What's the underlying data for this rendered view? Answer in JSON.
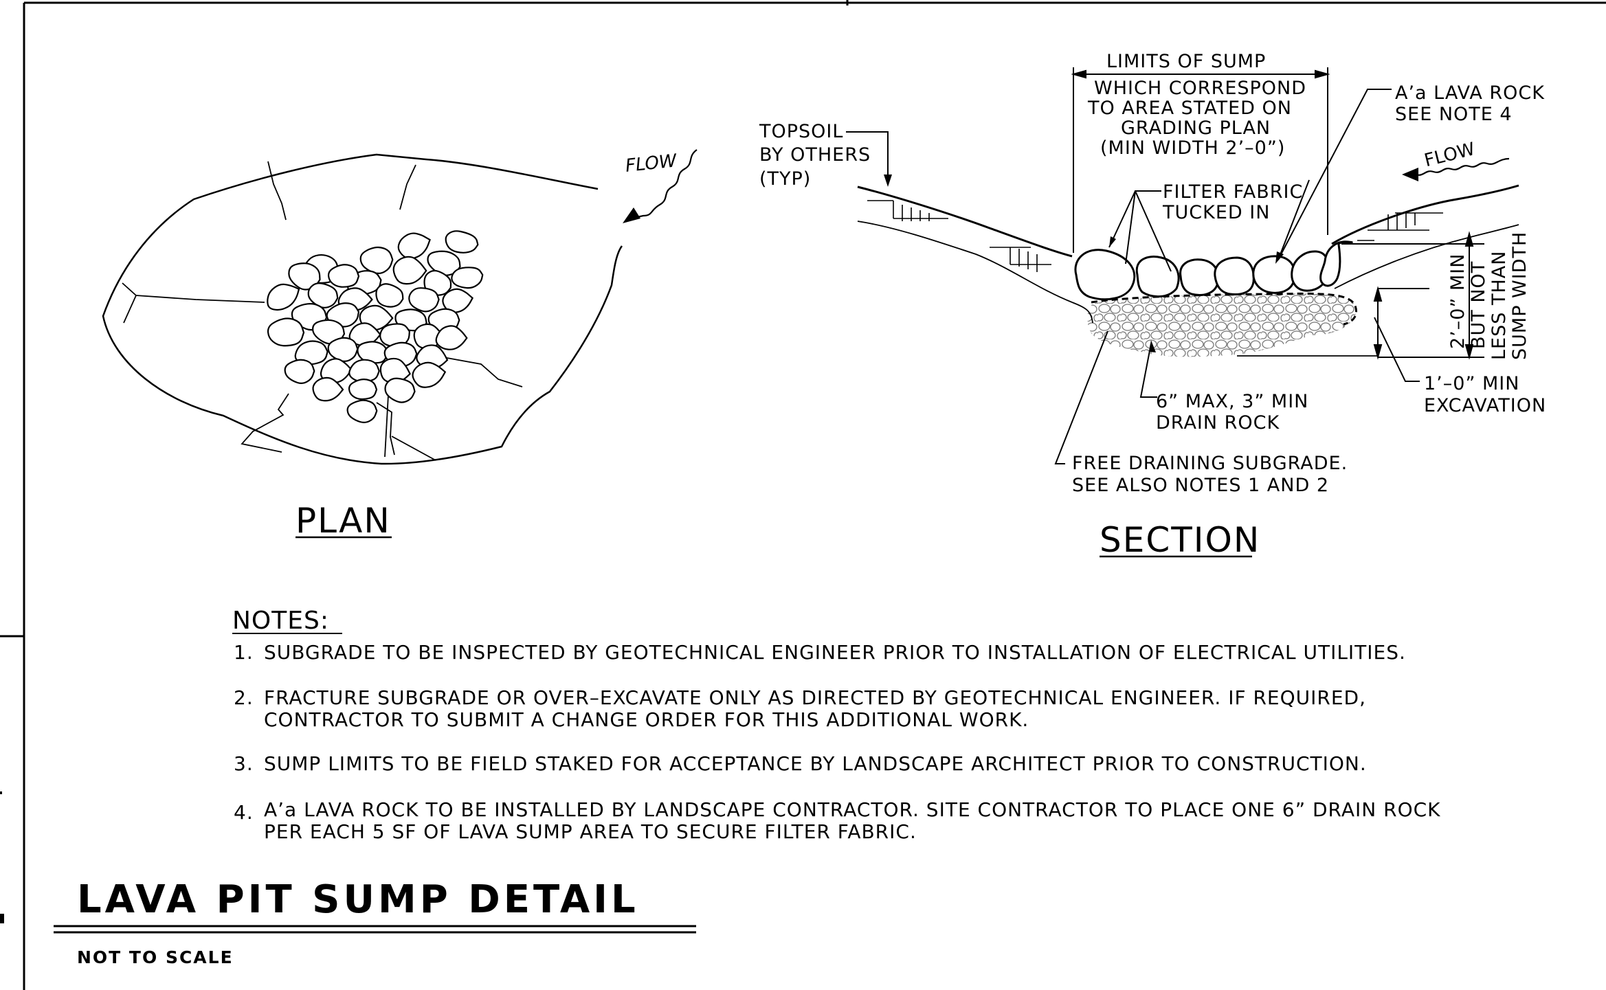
{
  "plan": {
    "title": "PLAN",
    "flow": "FLOW"
  },
  "section": {
    "title": "SECTION",
    "flow": "FLOW",
    "limits_of_sump": "LIMITS OF SUMP",
    "limits_desc": [
      "WHICH CORRESPOND",
      "TO AREA STATED ON",
      "GRADING PLAN",
      "(MIN WIDTH 2’–0”)"
    ],
    "topsoil": [
      "TOPSOIL",
      "BY OTHERS",
      "(TYP)"
    ],
    "filter_fabric": [
      "FILTER FABRIC",
      "TUCKED IN"
    ],
    "lava_rock": [
      "A’a LAVA ROCK",
      "SEE NOTE 4"
    ],
    "drain_rock": [
      "6” MAX, 3” MIN",
      "DRAIN ROCK"
    ],
    "subgrade": [
      "FREE DRAINING SUBGRADE.",
      "SEE ALSO NOTES 1 AND 2"
    ],
    "excavation": [
      "1’–0” MIN",
      "EXCAVATION"
    ],
    "dimension_vertical": [
      "2’–0” MIN",
      "BUT NOT",
      "LESS THAN",
      "SUMP WIDTH"
    ]
  },
  "notes": {
    "heading": "NOTES:",
    "items": [
      {
        "num": "1.",
        "lines": [
          "SUBGRADE TO BE INSPECTED BY GEOTECHNICAL ENGINEER PRIOR TO INSTALLATION OF ELECTRICAL UTILITIES."
        ]
      },
      {
        "num": "2.",
        "lines": [
          "FRACTURE SUBGRADE OR OVER–EXCAVATE ONLY AS DIRECTED BY GEOTECHNICAL ENGINEER.  IF REQUIRED,",
          "CONTRACTOR TO SUBMIT A CHANGE ORDER FOR THIS ADDITIONAL WORK."
        ]
      },
      {
        "num": "3.",
        "lines": [
          "SUMP LIMITS TO BE FIELD STAKED FOR ACCEPTANCE BY LANDSCAPE ARCHITECT PRIOR TO CONSTRUCTION."
        ]
      },
      {
        "num": "4.",
        "lines": [
          "A’a LAVA ROCK TO BE INSTALLED BY LANDSCAPE CONTRACTOR. SITE CONTRACTOR TO PLACE ONE 6” DRAIN ROCK",
          "PER EACH 5 SF OF LAVA SUMP AREA TO SECURE FILTER FABRIC."
        ]
      }
    ]
  },
  "detail": {
    "title": "LAVA PIT SUMP DETAIL",
    "scale": "NOT TO SCALE"
  }
}
